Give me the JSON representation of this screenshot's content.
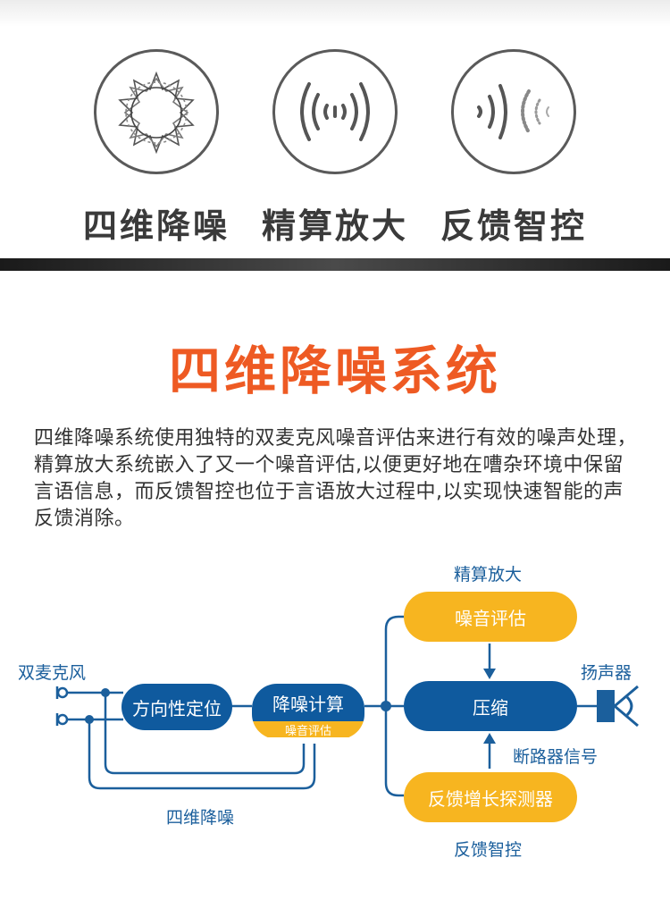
{
  "features": [
    {
      "label": "四维降噪",
      "icon": "noise-wave-icon"
    },
    {
      "label": "精算放大",
      "icon": "signal-amplify-icon"
    },
    {
      "label": "反馈智控",
      "icon": "feedback-wave-icon"
    }
  ],
  "section": {
    "title": "四维降噪系统",
    "description": "四维降噪系统使用独特的双麦克风噪音评估来进行有效的噪声处理，精算放大系统嵌入了又一个噪音评估,以便更好地在嘈杂环境中保留言语信息，而反馈智控也位于言语放大过程中,以实现快速智能的声反馈消除。"
  },
  "diagram": {
    "mic_label": "双麦克风",
    "direction_node": "方向性定位",
    "denoise_node": "降噪计算",
    "denoise_sub": "噪音评估",
    "four_d_label": "四维降噪",
    "precise_label": "精算放大",
    "noise_eval_node": "噪音评估",
    "compress_node": "压缩",
    "speaker_label": "扬声器",
    "breaker_label": "断路器信号",
    "feedback_detect_node": "反馈增长探测器",
    "feedback_label": "反馈智控"
  },
  "colors": {
    "accent_orange": "#ee5a23",
    "node_blue": "#0f5a9e",
    "node_orange": "#f7b520",
    "line_blue": "#1b5f9c"
  }
}
